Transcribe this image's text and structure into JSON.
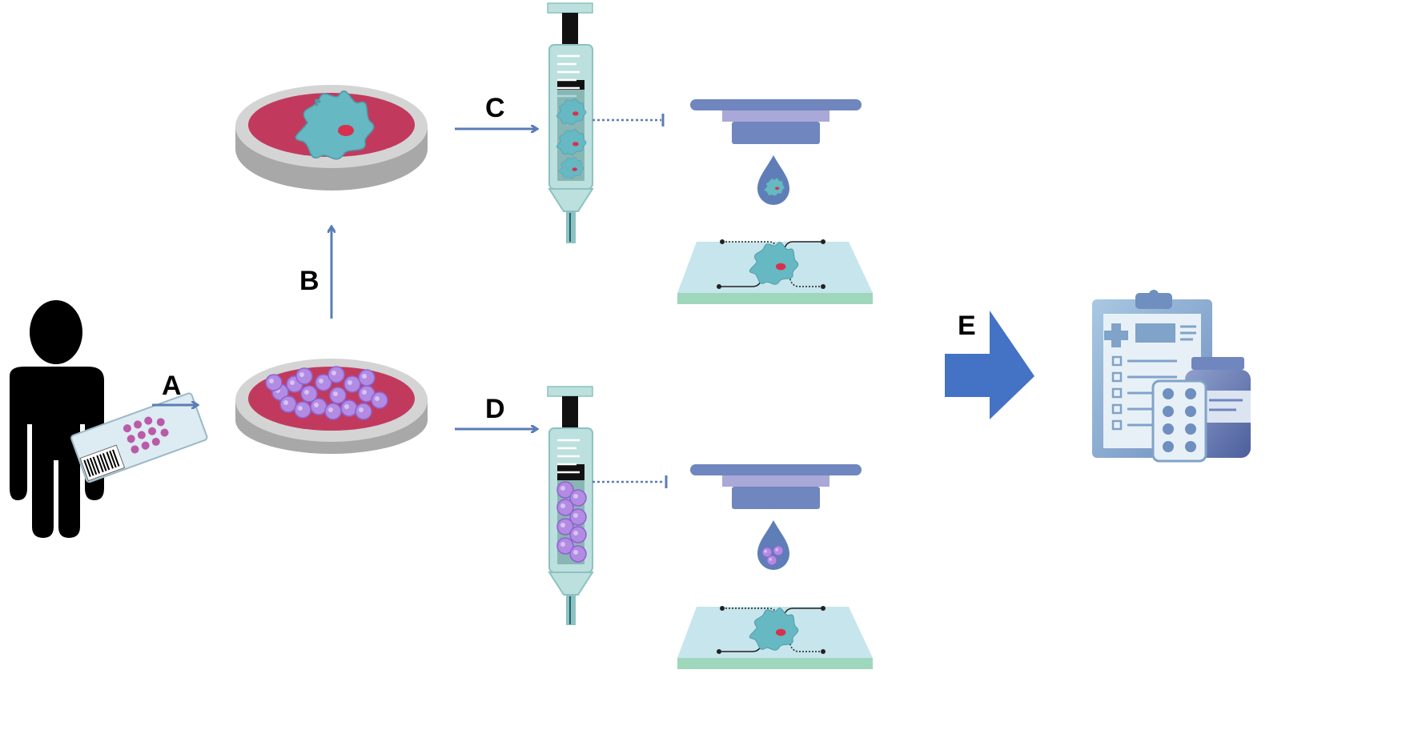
{
  "diagram": {
    "type": "workflow-illustration",
    "steps": [
      {
        "id": "A",
        "label": "A"
      },
      {
        "id": "B",
        "label": "B"
      },
      {
        "id": "C",
        "label": "C"
      },
      {
        "id": "D",
        "label": "D"
      },
      {
        "id": "E",
        "label": "E"
      }
    ],
    "icons": [
      "patient-silhouette-icon",
      "tissue-slide-icon",
      "petri-dish-cells-icon",
      "petri-dish-cell-icon",
      "syringe-icon",
      "bioprinter-nozzle-icon",
      "cell-droplet-icon",
      "chip-slide-icon",
      "treatment-plan-icon"
    ],
    "colors": {
      "arrow": "#5A7DB5",
      "arrow_big": "#4472C4",
      "dish_rim": "#C4C4C4",
      "dish_medium": "#C13A5E",
      "cell": "#66B8C2",
      "tumor_cell": "#B28BE3",
      "syringe_body": "#BCE0DE",
      "printer": "#6F86BE",
      "chip_top": "#C7E5EC",
      "chip_base": "#9ED7BC",
      "clipboard": "#7FA3C9",
      "pill_bottle": "#5A6FA8"
    }
  }
}
